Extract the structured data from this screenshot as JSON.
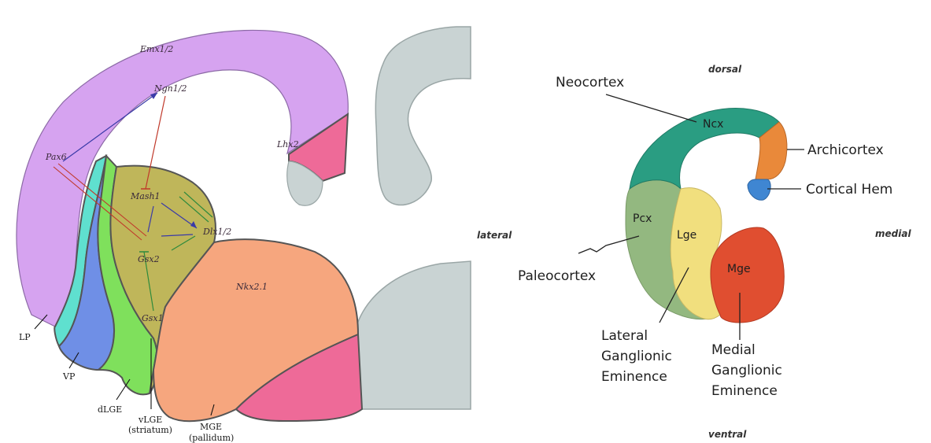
{
  "left_panel": {
    "genes": {
      "emx": "Emx1/2",
      "ngn": "Ngn1/2",
      "pax6": "Pax6",
      "lhx2": "Lhx2",
      "mash1": "Mash1",
      "dlx": "Dlx1/2",
      "gsx2": "Gsx2",
      "gsx1": "Gsx1",
      "nkx": "Nkx2.1"
    },
    "regions": {
      "lp": "LP",
      "vp": "VP",
      "dlge": "dLGE",
      "vlge_line1": "vLGE",
      "vlge_line2": "(striatum)",
      "mge_line1": "MGE",
      "mge_line2": "(pallidum)"
    }
  },
  "right_panel": {
    "orientation": {
      "dorsal": "dorsal",
      "ventral": "ventral",
      "lateral": "lateral",
      "medial": "medial"
    },
    "abbreviations": {
      "ncx": "Ncx",
      "pcx": "Pcx",
      "lge": "Lge",
      "mge": "Mge"
    },
    "labels": {
      "neocortex": "Neocortex",
      "archicortex": "Archicortex",
      "cortical_hem": "Cortical Hem",
      "paleocortex": "Paleocortex",
      "lateral_1": "Lateral",
      "lateral_2": "Ganglionic",
      "lateral_3": "Eminence",
      "medial_1": "Medial",
      "medial_2": "Ganglionic",
      "medial_3": "Eminence"
    }
  },
  "colors": {
    "cortex_purple": "#d6a3f0",
    "lp_cyan": "#5fe0cf",
    "vp_blue": "#6f8fe6",
    "dlge_green": "#7fe05c",
    "vlge_olive": "#bfb65a",
    "mge_salmon": "#f6a67e",
    "pink": "#ee6a98",
    "grey_tissue": "#c9d3d3",
    "ncx_teal": "#2a9d82",
    "archi_orange": "#e9893a",
    "hem_blue": "#3f86d2",
    "pcx_green": "#93b880",
    "lge_yellow": "#f1df7e",
    "mge_red": "#e04e30"
  }
}
